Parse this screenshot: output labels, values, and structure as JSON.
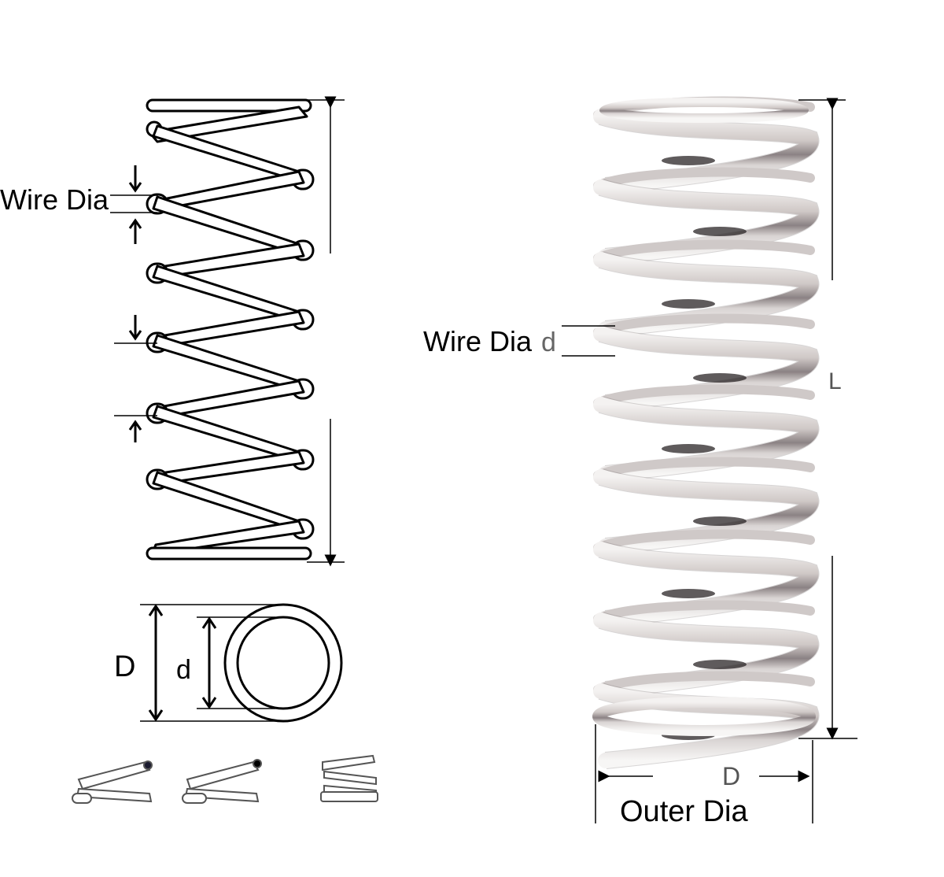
{
  "diagram": {
    "left": {
      "wire_dia_label": "Wire Dia",
      "outer_dia_label": "D",
      "inner_dia_label": "d"
    },
    "right": {
      "wire_dia_label": "Wire Dia",
      "wire_dia_symbol": "d",
      "length_label": "L",
      "outer_dia_symbol": "D",
      "outer_dia_label": "Outer Dia"
    }
  },
  "colors": {
    "line": "#000000",
    "steel_light": "#e8e4e3",
    "steel_mid": "#b8b0ae",
    "steel_dark": "#2a2426"
  }
}
